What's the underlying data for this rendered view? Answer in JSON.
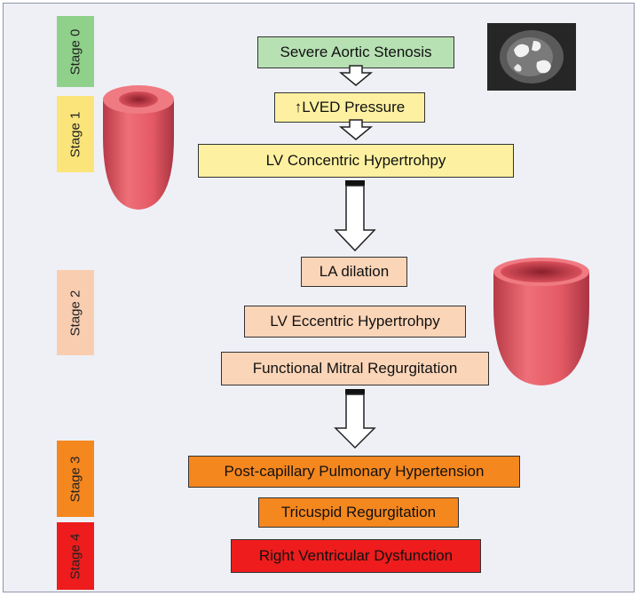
{
  "stages": {
    "s0": "Stage 0",
    "s1": "Stage 1",
    "s2": "Stage 2",
    "s3": "Stage 3",
    "s4": "Stage 4"
  },
  "boxes": {
    "aortic_stenosis": "Severe Aortic Stenosis",
    "lved_pressure": "↑LVED Pressure",
    "lv_concentric": "LV Concentric Hypertrohpy",
    "la_dilation": "LA dilation",
    "lv_eccentric": "LV Eccentric Hypertrohpy",
    "mitral_regurg": "Functional Mitral Regurgitation",
    "pulm_hypertension": "Post-capillary Pulmonary Hypertension",
    "tricuspid_regurg": "Tricuspid Regurgitation",
    "rv_dysfunction": "Right Ventricular Dysfunction"
  },
  "colors": {
    "stage0": "#8fd18a",
    "stage1": "#fbe57a",
    "stage2": "#f9cdb0",
    "stage3": "#f5871f",
    "stage4": "#ee1c1c",
    "heart": "#e85a64"
  },
  "icons": [
    "heart-concentric-icon",
    "heart-eccentric-icon",
    "ct-scan-image"
  ]
}
